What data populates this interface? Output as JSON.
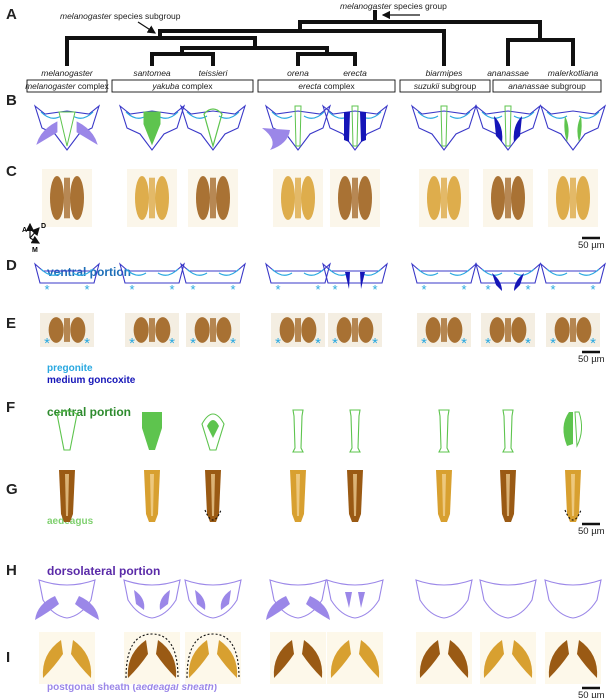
{
  "annotations": {
    "subgroup_pre": "melanogaster",
    "subgroup_post": " species subgroup",
    "group_pre": "melanogaster",
    "group_post": " species group"
  },
  "row_letters": [
    "A",
    "B",
    "C",
    "D",
    "E",
    "F",
    "G",
    "H",
    "I"
  ],
  "species": [
    "melanogaster",
    "santomea",
    "teissieri",
    "orena",
    "erecta",
    "biarmipes",
    "ananassae",
    "malerkotliana"
  ],
  "complexes": [
    {
      "italic": "melanogaster",
      "rest": " complex"
    },
    {
      "italic": "yakuba",
      "rest": " complex"
    },
    {
      "italic": "erecta",
      "rest": " complex"
    },
    {
      "italic": "suzukii",
      "rest": " subgroup"
    },
    {
      "italic": "ananassae",
      "rest": " subgroup"
    }
  ],
  "orientation": {
    "a": "A",
    "d": "D",
    "m": "M"
  },
  "sections": {
    "ventral": "ventral portion",
    "central": "central portion",
    "dorsolateral": "dorsolateral portion"
  },
  "keys": {
    "pregonite": "pregonite",
    "medium_gonocoxite": "medium goncoxite",
    "aedeagus": "aedeagus",
    "postgonal_pre": "postgonal sheath (",
    "postgonal_italic": "aedeagal sheath",
    "postgonal_post": ")"
  },
  "scale_bar": "50 µm",
  "colors": {
    "outline_blue": "#3a38c8",
    "light_blue": "#29a8e0",
    "dark_blue": "#1515b8",
    "green": "#5ec44e",
    "purple": "#9b87e8",
    "section_blue": "#1e6fb8",
    "section_green": "#2e8b2e",
    "section_purple": "#5a2aa8",
    "photo_brown": "#9a5a14",
    "photo_amber": "#d8a030"
  }
}
